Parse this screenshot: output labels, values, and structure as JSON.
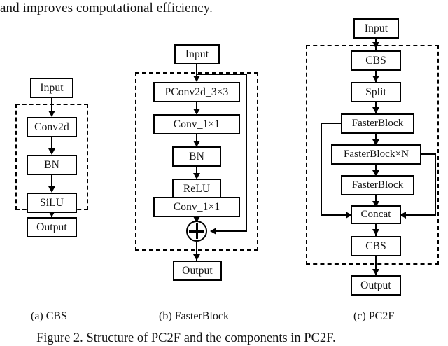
{
  "page": {
    "body_text": "and improves computational efficiency."
  },
  "figure": {
    "caption": "Figure 2. Structure of PC2F and the components in PC2F.",
    "panels": [
      {
        "id": "a",
        "subcaption": "(a) CBS",
        "input_label": "Input",
        "output_label": "Output",
        "blocks": [
          {
            "label": "Conv2d"
          },
          {
            "label": "BN"
          },
          {
            "label": "SiLU"
          }
        ]
      },
      {
        "id": "b",
        "subcaption": "(b) FasterBlock",
        "input_label": "Input",
        "output_label": "Output",
        "blocks": [
          {
            "label": "PConv2d_3×3"
          },
          {
            "label": "Conv_1×1"
          },
          {
            "label": "BN"
          },
          {
            "label": "ReLU"
          },
          {
            "label": "Conv_1×1"
          }
        ],
        "sum_symbol": "⊕",
        "skip_connection": "residual-add"
      },
      {
        "id": "c",
        "subcaption": "(c) PC2F",
        "input_label": "Input",
        "output_label": "Output",
        "blocks": [
          {
            "label": "CBS"
          },
          {
            "label": "Split"
          },
          {
            "label": "FasterBlock"
          },
          {
            "label": "FasterBlock×N"
          },
          {
            "label": "FasterBlock"
          },
          {
            "label": "Concat"
          },
          {
            "label": "CBS"
          }
        ]
      }
    ]
  },
  "colors": {
    "stroke": "#000000",
    "background": "#ffffff",
    "text": "#141414"
  }
}
